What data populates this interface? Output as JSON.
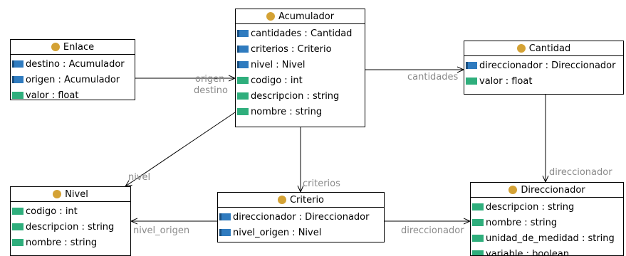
{
  "classes": {
    "enlace": {
      "name": "Enlace",
      "attrs": [
        {
          "text": "destino : Acumulador",
          "kind": "ref"
        },
        {
          "text": "origen : Acumulador",
          "kind": "ref"
        },
        {
          "text": "valor : float",
          "kind": "prim"
        }
      ]
    },
    "acumulador": {
      "name": "Acumulador",
      "attrs": [
        {
          "text": "cantidades : Cantidad",
          "kind": "ref"
        },
        {
          "text": "criterios : Criterio",
          "kind": "ref"
        },
        {
          "text": "nivel : Nivel",
          "kind": "ref"
        },
        {
          "text": "codigo : int",
          "kind": "prim"
        },
        {
          "text": "descripcion : string",
          "kind": "prim"
        },
        {
          "text": "nombre : string",
          "kind": "prim"
        }
      ]
    },
    "cantidad": {
      "name": "Cantidad",
      "attrs": [
        {
          "text": "direccionador : Direccionador",
          "kind": "ref"
        },
        {
          "text": "valor : float",
          "kind": "prim"
        }
      ]
    },
    "nivel": {
      "name": "Nivel",
      "attrs": [
        {
          "text": "codigo : int",
          "kind": "prim"
        },
        {
          "text": "descripcion : string",
          "kind": "prim"
        },
        {
          "text": "nombre : string",
          "kind": "prim"
        }
      ]
    },
    "criterio": {
      "name": "Criterio",
      "attrs": [
        {
          "text": "direccionador : Direccionador",
          "kind": "ref"
        },
        {
          "text": "nivel_origen : Nivel",
          "kind": "ref"
        }
      ]
    },
    "direccionador": {
      "name": "Direccionador",
      "attrs": [
        {
          "text": "descripcion : string",
          "kind": "prim"
        },
        {
          "text": "nombre : string",
          "kind": "prim"
        },
        {
          "text": "unidad_de_medidad : string",
          "kind": "prim"
        },
        {
          "text": "variable : boolean",
          "kind": "prim"
        }
      ]
    }
  },
  "associations": {
    "origen": "origen",
    "destino": "destino",
    "cantidades": "cantidades",
    "nivel": "nivel",
    "criterios": "criterios",
    "direccionador_cantidad": "direccionador",
    "nivel_origen": "nivel_origen",
    "direccionador_criterio": "direccionador"
  },
  "colors": {
    "class_icon": "#d4a235",
    "reference_attr": "#2f7bbf",
    "primitive_attr": "#2fae7c",
    "link_label": "#8a8a8a"
  }
}
